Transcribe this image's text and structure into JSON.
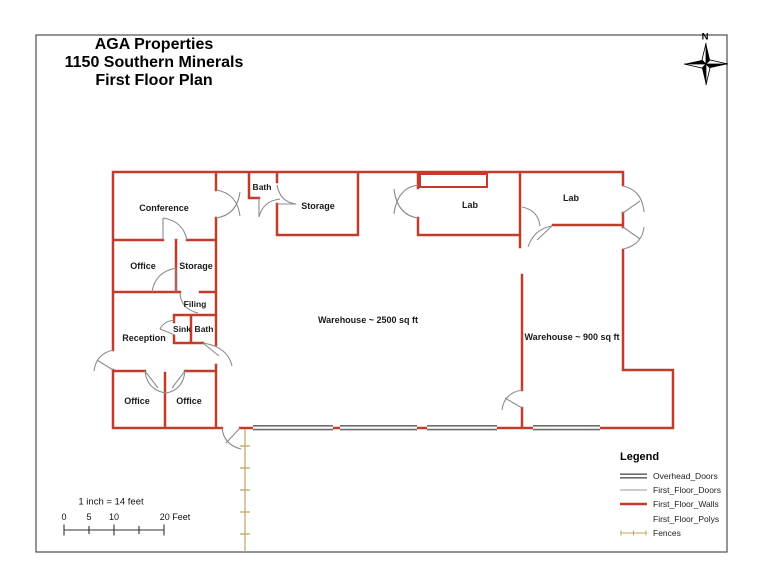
{
  "title": {
    "line1": "AGA Properties",
    "line2": "1150 Southern Minerals",
    "line3": "First Floor Plan"
  },
  "north": {
    "label": "N"
  },
  "rooms": {
    "conference": "Conference",
    "office_upper": "Office",
    "storage_left": "Storage",
    "filing": "Filing",
    "sink": "Sink",
    "bath_inner": "Bath",
    "reception": "Reception",
    "office_bottom_left": "Office",
    "office_bottom_right": "Office",
    "bath_top": "Bath",
    "storage_top": "Storage",
    "lab_left": "Lab",
    "lab_right": "Lab",
    "warehouse_main": "Warehouse ~ 2500 sq ft",
    "warehouse_small": "Warehouse ~ 900 sq ft"
  },
  "scale_bar": {
    "caption": "1 inch = 14 feet",
    "tick_0": "0",
    "tick_5": "5",
    "tick_10": "10",
    "tick_20": "20 Feet"
  },
  "legend": {
    "title": "Legend",
    "items": [
      {
        "label": "Overhead_Doors"
      },
      {
        "label": "First_Floor_Doors"
      },
      {
        "label": "First_Floor_Walls"
      },
      {
        "label": "First_Floor_Polys"
      },
      {
        "label": "Fences"
      }
    ]
  },
  "colors": {
    "wall": "#C23B2B",
    "door": "#8C8C8C",
    "overhead_door": "#6E6E6E",
    "fence": "#C2A45F",
    "page_border": "#4D4D4D",
    "text": "#111111"
  }
}
